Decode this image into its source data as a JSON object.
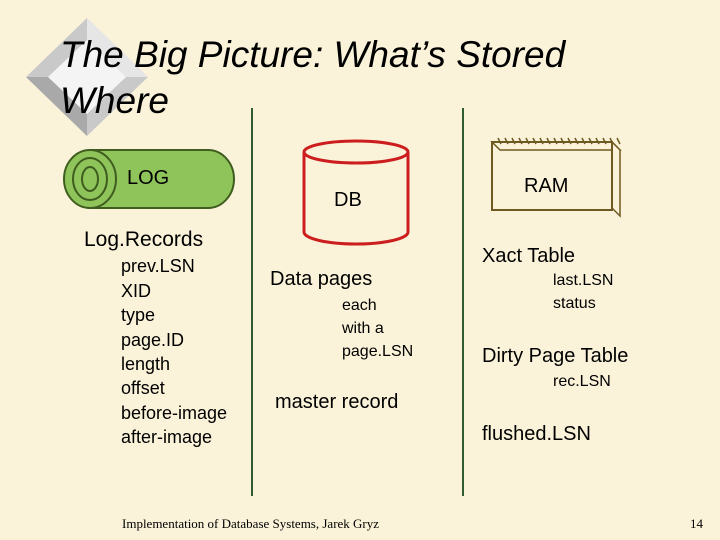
{
  "slide": {
    "title": "The Big Picture:  What’s Stored Where",
    "log_label": "LOG",
    "db_label": "DB",
    "ram_label": "RAM",
    "log_records": {
      "heading": "Log.Records",
      "fields": [
        "prev.LSN",
        "XID",
        "type",
        "page.ID",
        "length",
        "offset",
        "before-image",
        "after-image"
      ]
    },
    "db": {
      "data_pages": "Data pages",
      "each_lines": [
        "each",
        "with a",
        "page.LSN"
      ],
      "master_record": "master record"
    },
    "ram": {
      "xact_table": "Xact Table",
      "xact_fields": [
        "last.LSN",
        "status"
      ],
      "dirty_page_table": "Dirty Page Table",
      "dirty_fields": [
        "rec.LSN"
      ],
      "flushed_lsn": "flushed.LSN"
    },
    "footer_left": "Implementation of Database Systems, Jarek Gryz",
    "page_number": "14"
  },
  "colors": {
    "background": "#fbf3d9",
    "log_green": "#8fc45a",
    "divider": "#2f5d2f",
    "db_red": "#cc1e1e",
    "ram_brown": "#6e5a20"
  }
}
